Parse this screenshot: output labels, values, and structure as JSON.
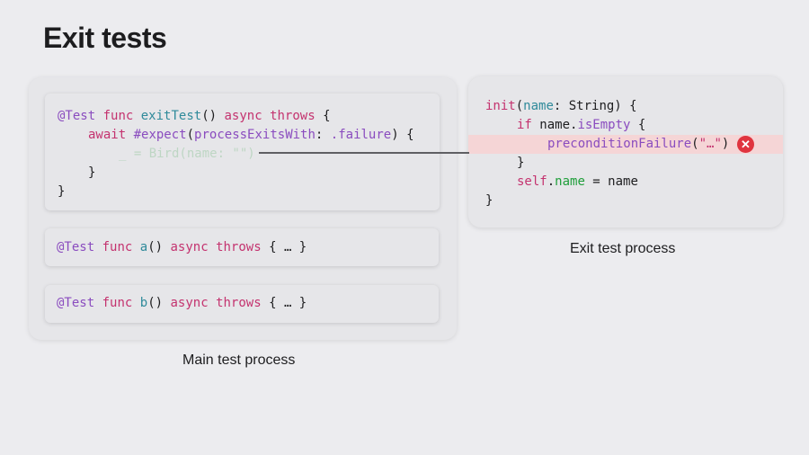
{
  "title": "Exit tests",
  "main_process": {
    "caption": "Main test process",
    "exit_test_code": {
      "l1": {
        "attr": "@Test",
        "kw_func": "func",
        "name": "exitTest",
        "args": "()",
        "kw_async": "async",
        "kw_throws": "throws",
        "brace": "{"
      },
      "l2": {
        "kw_await": "await",
        "macro": "#expect",
        "open": "(",
        "label": "processExitsWith",
        "colon": ":",
        "arg": ".failure",
        "close": ") {"
      },
      "l3": {
        "text": "_ = Bird(name: \"\")"
      },
      "l4": {
        "text": "}"
      },
      "l5": {
        "text": "}"
      }
    },
    "test_a": {
      "attr": "@Test",
      "kw_func": "func",
      "name": "a",
      "args": "()",
      "kw_async": "async",
      "kw_throws": "throws",
      "body": "{ … }"
    },
    "test_b": {
      "attr": "@Test",
      "kw_func": "func",
      "name": "b",
      "args": "()",
      "kw_async": "async",
      "kw_throws": "throws",
      "body": "{ … }"
    }
  },
  "exit_process": {
    "caption": "Exit test process",
    "code": {
      "l1": {
        "kw_init": "init",
        "open": "(",
        "param": "name",
        "rest": ": String) {"
      },
      "l2": {
        "kw_if": "if",
        "target": "name.",
        "prop": "isEmpty",
        "brace": " {"
      },
      "l3": {
        "call": "preconditionFailure",
        "open": "(",
        "str": "\"…\"",
        "close": ")"
      },
      "l4": {
        "text": "}"
      },
      "l5": {
        "kw_self": "self",
        "dot": ".",
        "prop": "name",
        "rest": " = name"
      },
      "l6": {
        "text": "}"
      }
    },
    "failure_icon": "x-circle-icon"
  },
  "colors": {
    "keyword": "#c4336f",
    "attribute": "#8a4cbf",
    "function_name": "#2f8a9a",
    "property": "#1f9e3a",
    "highlight": "#f5d5d6",
    "failure": "#e0343f"
  }
}
